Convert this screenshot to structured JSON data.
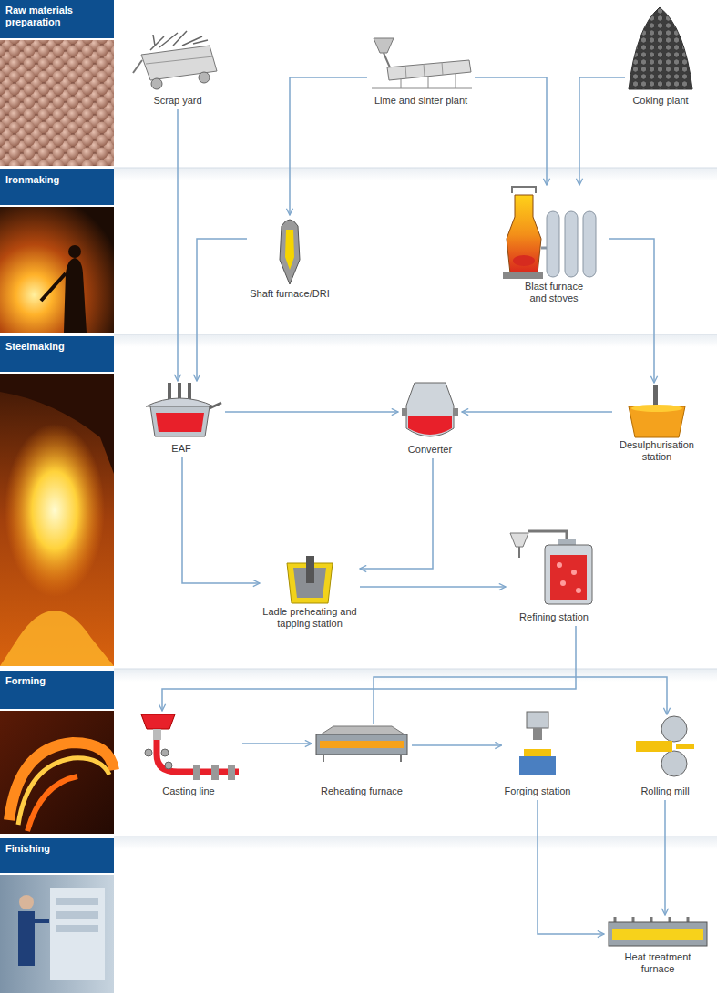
{
  "diagram": {
    "nodes": [
      {
        "text": [
          "Raw materials preparation"
        ]
      },
      {
        "text": [
          "Scrap yard"
        ]
      },
      {
        "text": [
          "Lime and sinter plant"
        ]
      },
      {
        "text": [
          "Coking plant"
        ]
      },
      {
        "text": [
          "Ironmaking"
        ]
      },
      {
        "text": [
          "Shaft furnace/DRI"
        ]
      },
      {
        "text": [
          "Blast furnace and stoves"
        ]
      },
      {
        "text": [
          "Steelmaking"
        ]
      },
      {
        "text": [
          "EAF"
        ]
      },
      {
        "text": [
          "Converter"
        ]
      },
      {
        "text": [
          "Desulphurisation station"
        ]
      },
      {
        "text": [
          "Ladle preheating and tapping station"
        ]
      },
      {
        "text": [
          "Refining station"
        ]
      },
      {
        "text": [
          "Forming"
        ]
      },
      {
        "text": [
          "Casting line"
        ]
      },
      {
        "text": [
          "Reheating furnace"
        ]
      },
      {
        "text": [
          "Forging station"
        ]
      },
      {
        "text": [
          "Rolling mill"
        ]
      },
      {
        "text": [
          "Finishing"
        ]
      },
      {
        "text": [
          "Heat treatment furnace"
        ]
      }
    ],
    "edges": [
      {
        "from": 1,
        "to": 8,
        "arrow": "to"
      },
      {
        "from": 2,
        "to": 5,
        "arrow": "to"
      },
      {
        "from": 2,
        "to": 6,
        "arrow": "to"
      },
      {
        "from": 3,
        "to": 6,
        "arrow": "to"
      },
      {
        "from": 5,
        "to": 8,
        "arrow": "to"
      },
      {
        "from": 6,
        "to": 10,
        "arrow": "to"
      },
      {
        "from": 8,
        "to": 9,
        "arrow": "to"
      },
      {
        "from": 10,
        "to": 9,
        "arrow": "to"
      },
      {
        "from": 8,
        "to": 11,
        "arrow": "to"
      },
      {
        "from": 9,
        "to": 11,
        "arrow": "to"
      },
      {
        "from": 11,
        "to": 12,
        "arrow": "to"
      },
      {
        "from": 12,
        "to": 14,
        "arrow": "to"
      },
      {
        "from": 14,
        "to": 15,
        "arrow": "to"
      },
      {
        "from": 15,
        "to": 16,
        "arrow": "to"
      },
      {
        "from": 15,
        "to": 17,
        "arrow": "to"
      },
      {
        "from": 16,
        "to": 19,
        "arrow": "to"
      },
      {
        "from": 17,
        "to": 19,
        "arrow": "to"
      }
    ]
  }
}
